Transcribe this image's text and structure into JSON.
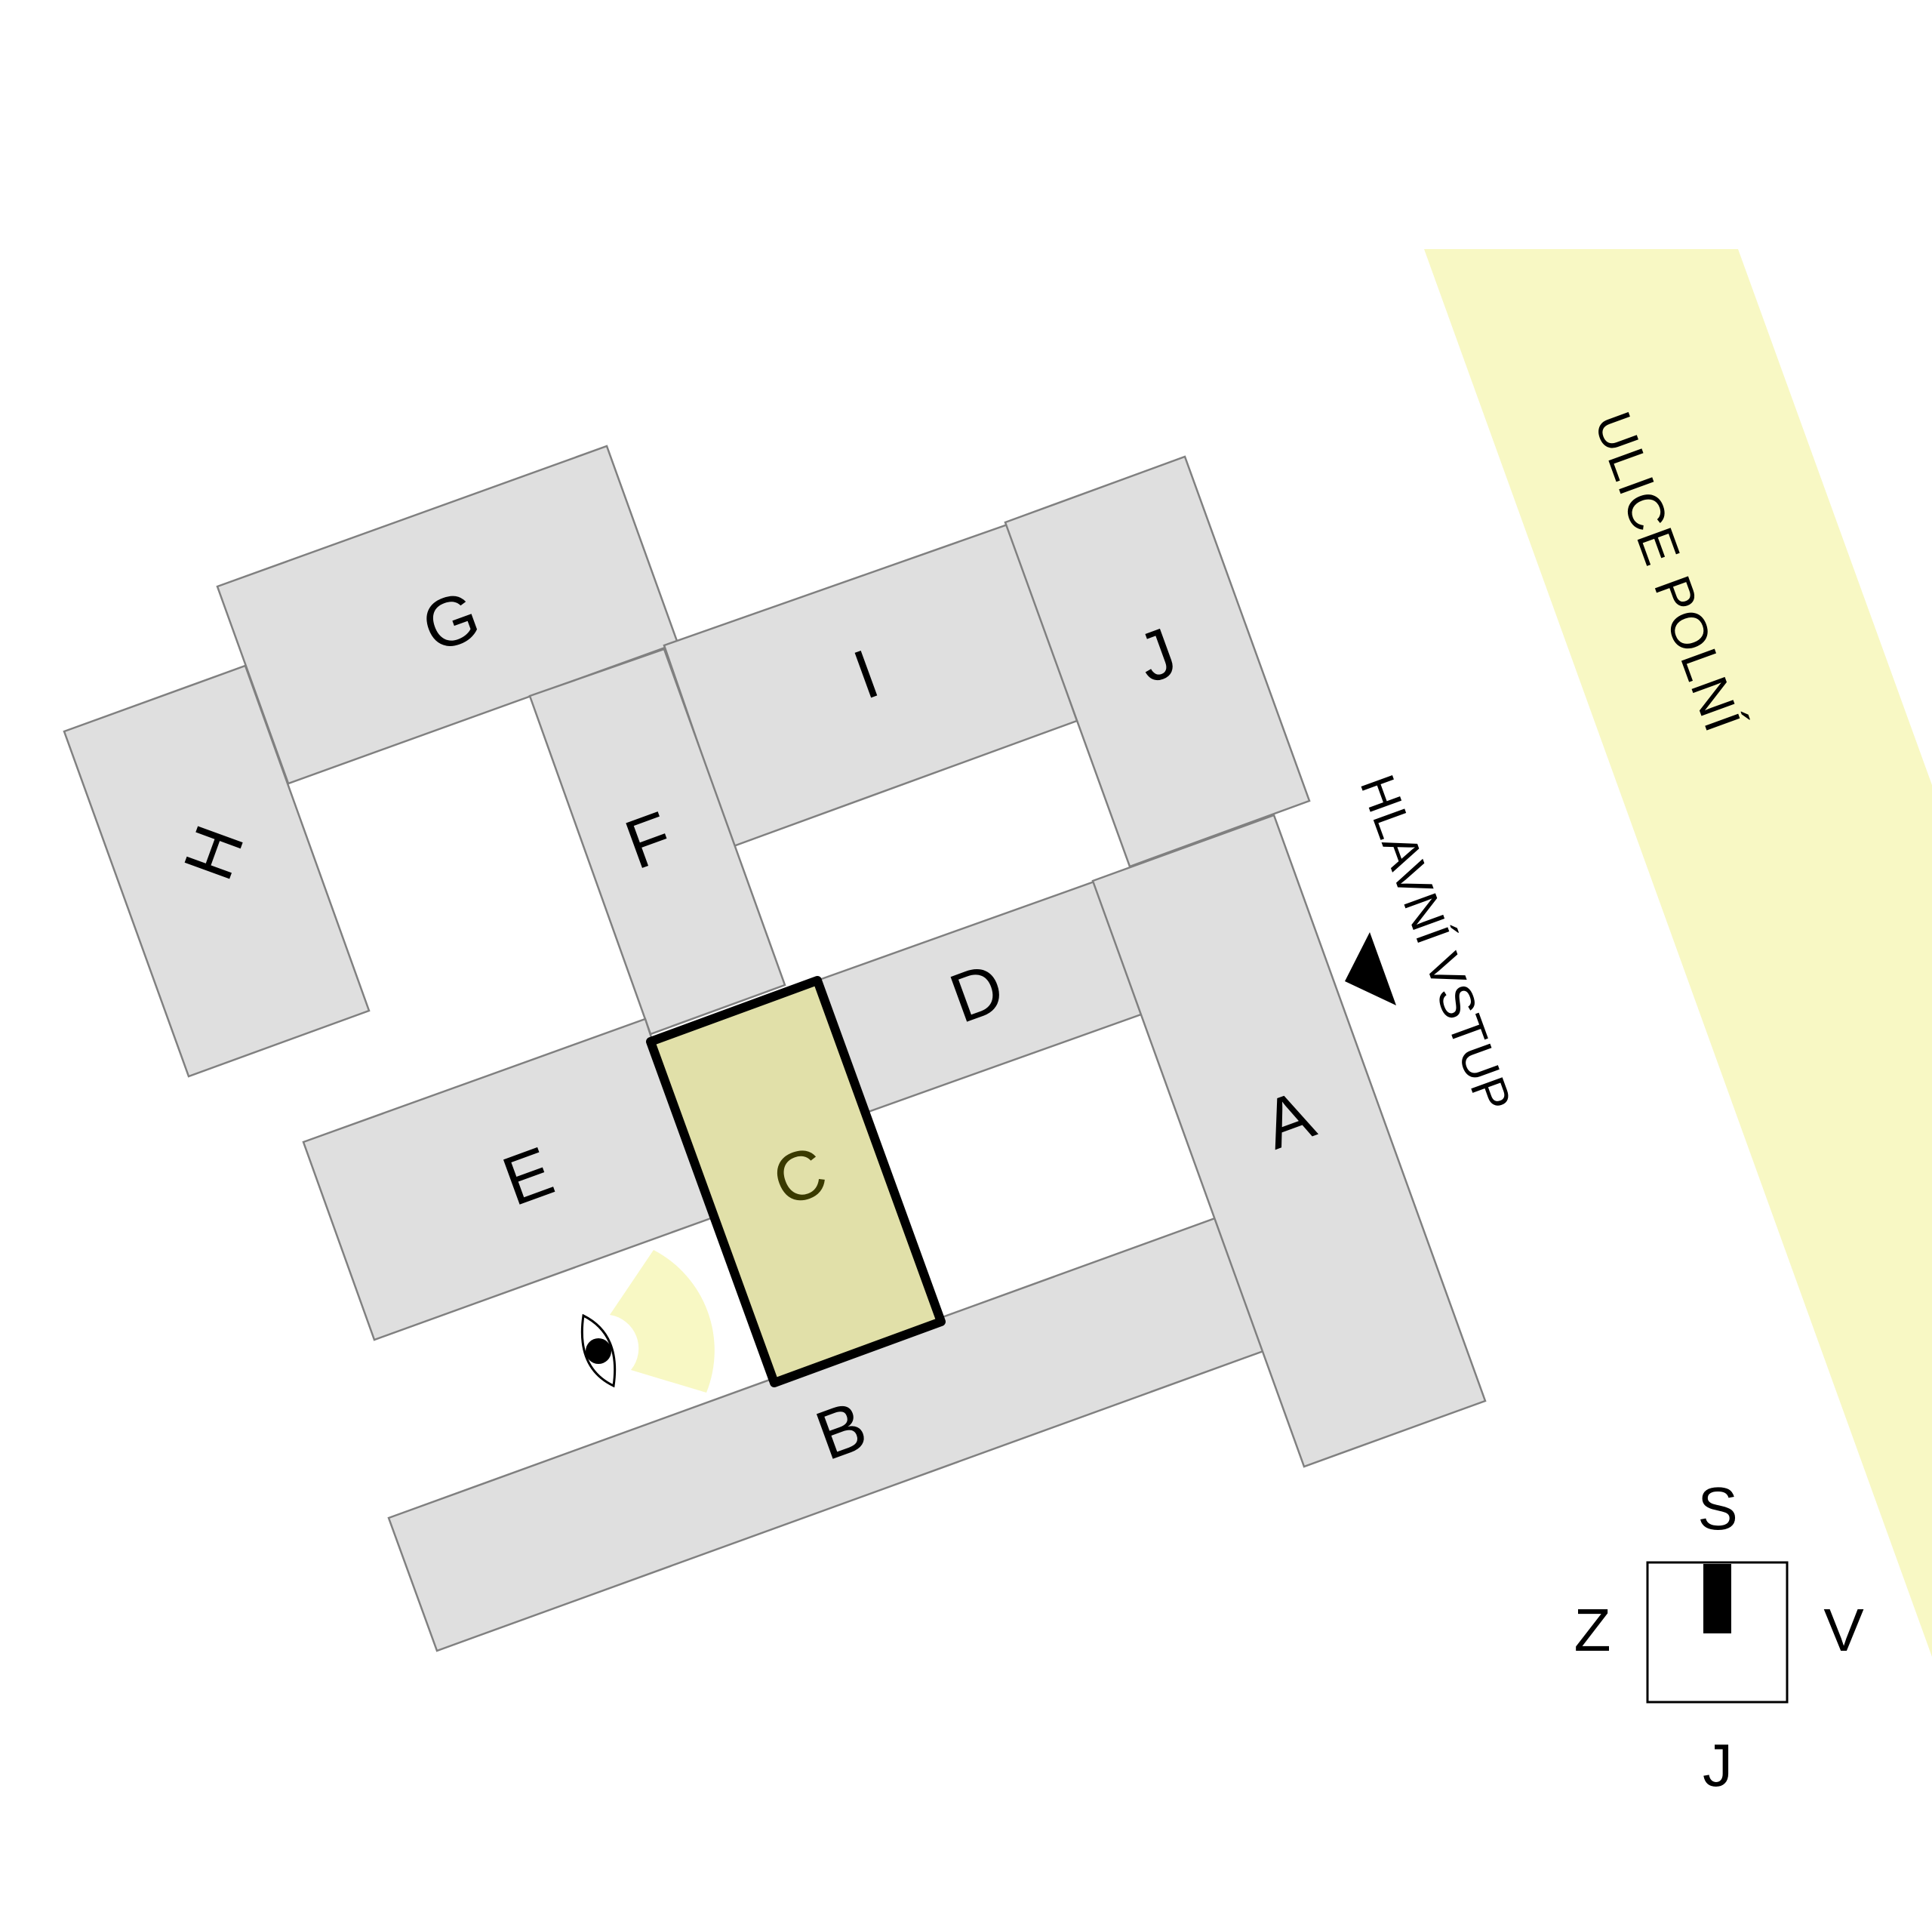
{
  "street": {
    "name": "ULICE POLNÍ"
  },
  "entrance": {
    "label": "HLAVNÍ VSTUP"
  },
  "buildings": {
    "A": "A",
    "B": "B",
    "C": "C",
    "D": "D",
    "E": "E",
    "F": "F",
    "G": "G",
    "H": "H",
    "I": "I",
    "J": "J"
  },
  "highlighted_building": "C",
  "compass": {
    "north": "S",
    "south": "J",
    "west": "Z",
    "east": "V"
  },
  "colors": {
    "building_fill": "#dfdfdf",
    "building_stroke": "#808080",
    "highlight_fill": "#e1e0a9",
    "highlight_stroke": "#000000",
    "street_fill": "#f8f8c4",
    "view_cone_fill": "#f8f8c4"
  },
  "icons": {
    "viewpoint": "eye-icon",
    "entrance": "triangle-arrow-icon"
  }
}
